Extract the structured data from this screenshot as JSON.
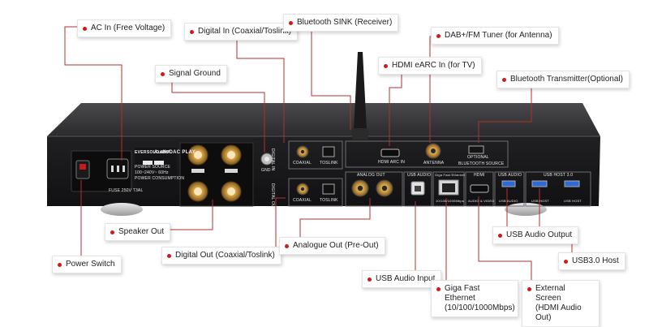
{
  "callouts": {
    "ac_in": "AC In (Free Voltage)",
    "digital_in": "Digital In (Coaxial/Toslink)",
    "bt_sink": "Bluetooth SINK (Receiver)",
    "dab_tuner": "DAB+/FM Tuner (for Antenna)",
    "hdmi_earc": "HDMI eARC In (for TV)",
    "signal_ground": "Signal Ground",
    "bt_transmitter": "Bluetooth  Transmitter(Optional)",
    "speaker_out": "Speaker Out",
    "power_switch": "Power Switch",
    "digital_out": "Digital Out (Coaxial/Toslink)",
    "analogue_out": "Analogue Out (Pre-Out)",
    "usb_audio_input": "USB Audio Input",
    "giga_ethernet_1": "Giga Fast Ethernet",
    "giga_ethernet_2": "(10/100/1000Mbps)",
    "external_screen_1": "External Screen",
    "external_screen_2": "(HDMI Audio Out)",
    "usb_audio_output": "USB Audio Output",
    "usb30_host": "USB3.0 Host"
  },
  "device": {
    "brand": "EVERSOLO AMP",
    "model": "AudioDAC PLAY",
    "section_labels": {
      "digital_in": "DIGITAL IN",
      "digital_out": "DIGITAL OUT",
      "analog_out": "ANALOG OUT",
      "usb_audio": "USB AUDIO",
      "giga_fast_ethernet": "Giga Fast Ethernet",
      "hdmi": "HDMI",
      "usb_audio_right": "USB AUDIO",
      "usb_host": "USB HOST 3.0",
      "antenna": "ANTENNA",
      "bluetooth_source": "BLUETOOTH SOURCE",
      "hdmi_arc_in": "HDMI ARC IN"
    },
    "port_labels": {
      "coaxial_in": "COAXIAL",
      "toslink_in": "TOSLINK",
      "coaxial_out": "COAXIAL",
      "toslink_out": "TOSLINK",
      "gnd": "GND",
      "audio_out": "AUDIO & VIDEO",
      "optional": "OPTIONAL",
      "usb_host_1": "USB HOST",
      "usb_host_2": "USB HOST",
      "usb_audio_port": "USB AUDIO",
      "ethernet_port": "10/100/1000Mbps"
    },
    "power_text": {
      "l1": "POWER SOURCE",
      "l2": "100~240V~ 60Hz",
      "l3": "POWER CONSUMPTION"
    },
    "fuse_text": "FUSE 250V T3AL"
  },
  "colors": {
    "accent_dot": "#d11a1a",
    "chassis": "#1b1b1d",
    "leader_line": "#b03030",
    "gold": "#c8963c"
  }
}
